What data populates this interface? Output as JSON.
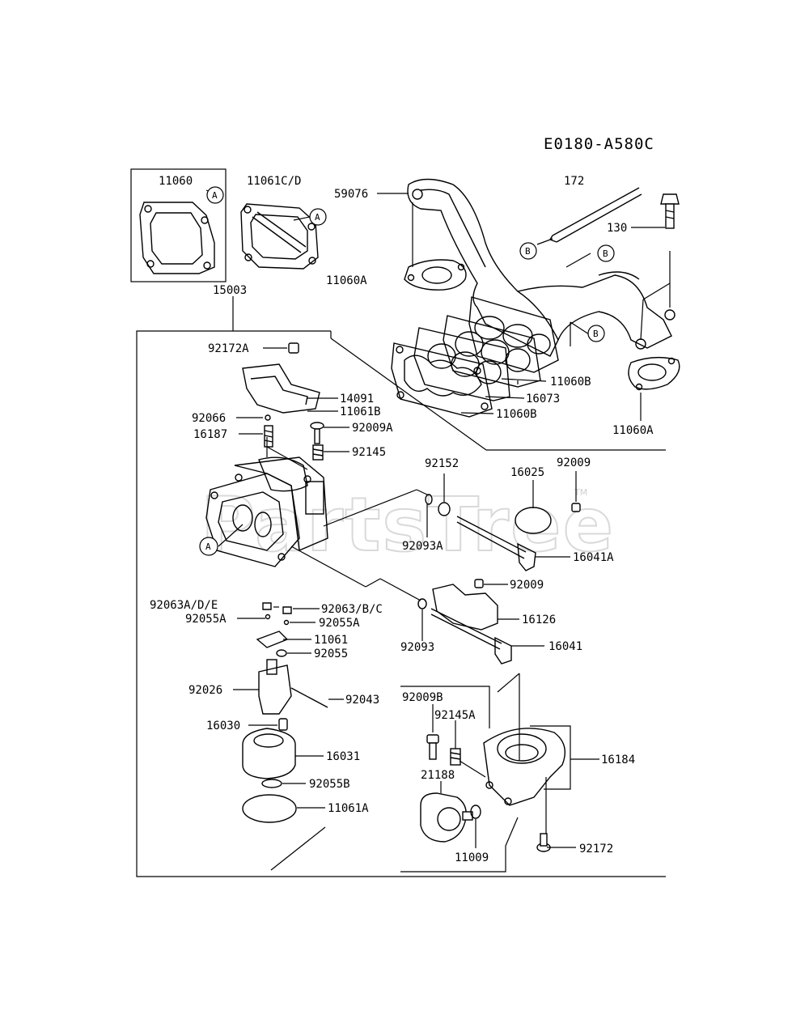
{
  "diagram_code": "E0180-A580C",
  "watermark": {
    "text": "PartsTree",
    "tm": "TM"
  },
  "callouts": {
    "a": "A",
    "b": "B"
  },
  "labels": {
    "p11060": "11060",
    "p11061cd": "11061C/D",
    "p11060a_top": "11060A",
    "p15003": "15003",
    "p59076": "59076",
    "p172": "172",
    "p130": "130",
    "p11060b_1": "11060B",
    "p16073": "16073",
    "p11060b_2": "11060B",
    "p11060a_right": "11060A",
    "p92172a": "92172A",
    "p14091": "14091",
    "p11061b": "11061B",
    "p92066": "92066",
    "p92009a": "92009A",
    "p16187": "16187",
    "p92145": "92145",
    "p92152": "92152",
    "p16025": "16025",
    "p92009_top": "92009",
    "p92093a": "92093A",
    "p16041a": "16041A",
    "p92009_mid": "92009",
    "p16126": "16126",
    "p92093": "92093",
    "p16041": "16041",
    "p92063ade": "92063A/D/E",
    "p92063bc": "92063/B/C",
    "p92055a_l": "92055A",
    "p92055a_r": "92055A",
    "p11061": "11061",
    "p92055": "92055",
    "p92026": "92026",
    "p92043": "92043",
    "p16030": "16030",
    "p16031": "16031",
    "p92055b": "92055B",
    "p11061a": "11061A",
    "p92009b": "92009B",
    "p92145a": "92145A",
    "p16184": "16184",
    "p21188": "21188",
    "p11009": "11009",
    "p92172": "92172"
  }
}
